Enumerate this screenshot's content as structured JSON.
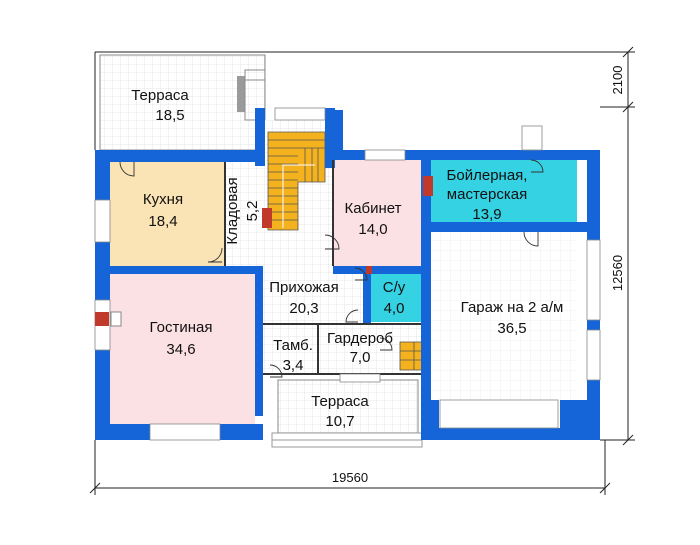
{
  "colors": {
    "wall": "#1565d8",
    "kitchen": "#fae3b4",
    "living": "#fbe0e4",
    "cabinet": "#fbe0e4",
    "boiler": "#34d2e3",
    "bathroom": "#34d2e3",
    "stairs": "#f5b21f",
    "tile": "#e3e3e3"
  },
  "rooms": {
    "terrace_top": {
      "name": "Терраса",
      "area": "18,5"
    },
    "kitchen": {
      "name": "Кухня",
      "area": "18,4"
    },
    "pantry": {
      "name": "Кладовая",
      "area": "5,2"
    },
    "cabinet": {
      "name": "Кабинет",
      "area": "14,0"
    },
    "boiler": {
      "name1": "Бойлерная,",
      "name2": "мастерская",
      "area": "13,9"
    },
    "hall": {
      "name": "Прихожая",
      "area": "20,3"
    },
    "bathroom": {
      "name": "С/у",
      "area": "4,0"
    },
    "garage": {
      "name": "Гараж на 2 а/м",
      "area": "36,5"
    },
    "living": {
      "name": "Гостиная",
      "area": "34,6"
    },
    "vestibule": {
      "name": "Тамб.",
      "area": "3,4"
    },
    "wardrobe": {
      "name": "Гардероб",
      "area": "7,0"
    },
    "terrace_bottom": {
      "name": "Терраса",
      "area": "10,7"
    }
  },
  "dimensions": {
    "width": "19560",
    "height": "12560",
    "terrace_depth": "2100"
  }
}
